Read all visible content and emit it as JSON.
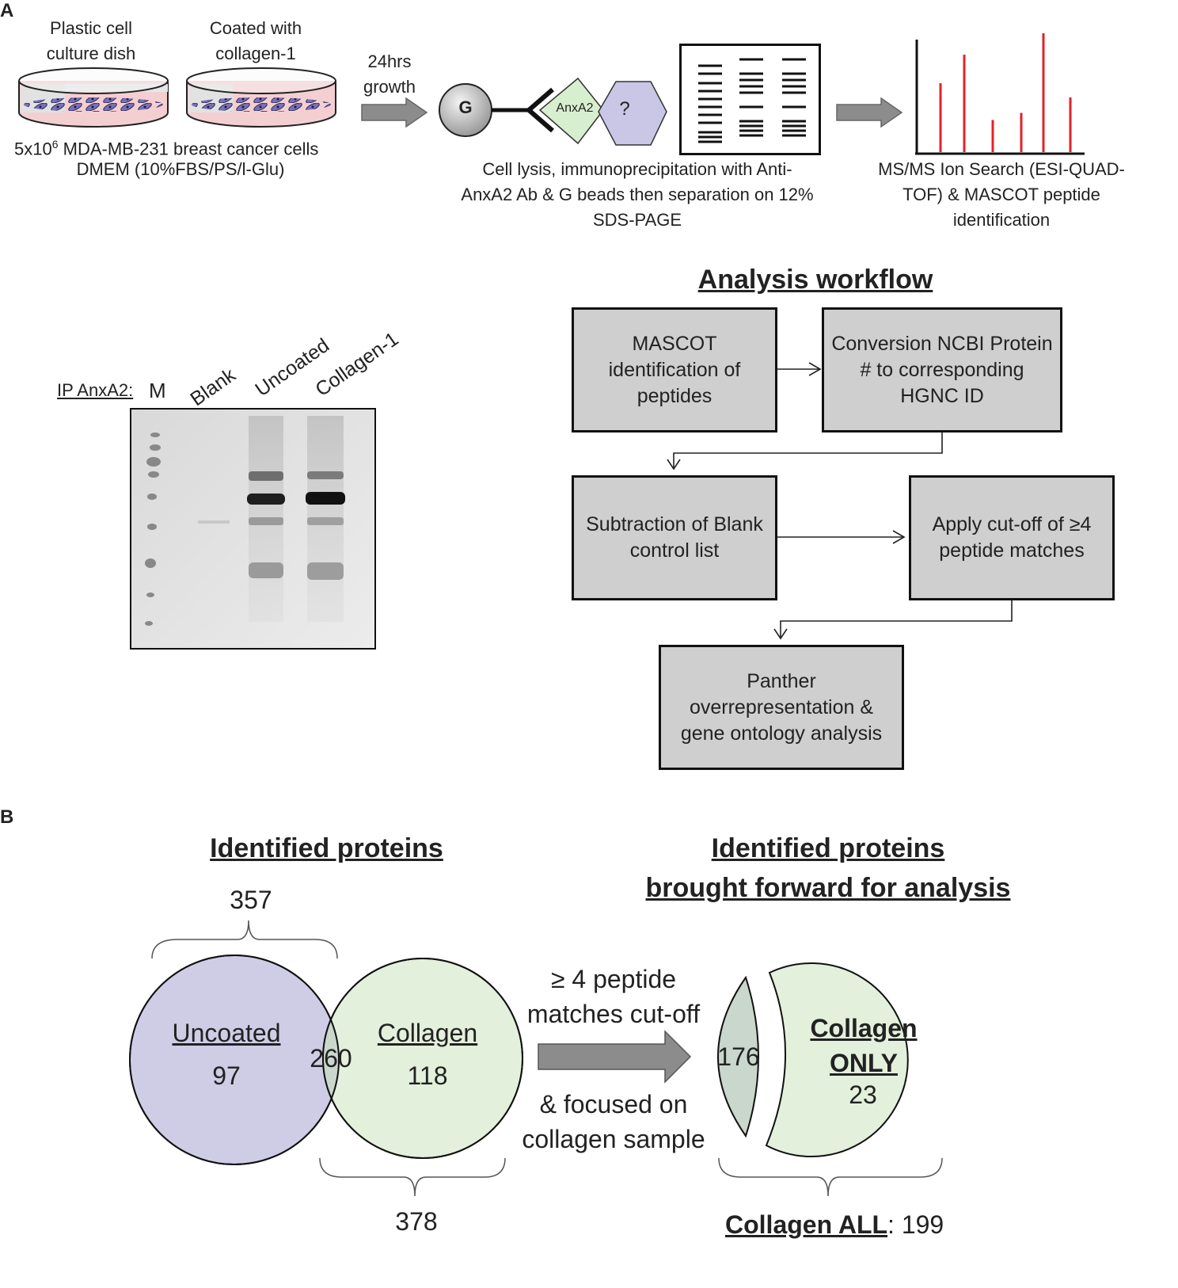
{
  "panel_a_label": "A",
  "panel_b_label": "B",
  "step1": {
    "dish1": [
      "Plastic cell",
      "culture dish"
    ],
    "dish2": [
      "Coated with",
      "collagen-1"
    ],
    "cells_prefix": "5x10",
    "cells_exp": "6",
    "cells_suffix": " MDA-MB-231 breast cancer cells",
    "media": "DMEM (10%FBS/PS/l-Glu)"
  },
  "growth": [
    "24hrs",
    "growth"
  ],
  "ip": {
    "bead": "G",
    "antigen": "AnxA2",
    "unknown": "?",
    "caption": [
      "Cell lysis, immunoprecipitation with Anti-",
      "AnxA2 Ab & G beads then separation on 12%",
      "SDS-PAGE"
    ]
  },
  "ms": {
    "caption": [
      "MS/MS Ion Search (ESI-QUAD-",
      "TOF) & MASCOT peptide",
      "identification"
    ],
    "peaks": [
      0.58,
      0.82,
      0.27,
      0.33,
      1.0,
      0.46
    ]
  },
  "gel": {
    "label": "IP AnxA2:",
    "marker": "M",
    "lanes": [
      "Blank",
      "Uncoated",
      "Collagen-1"
    ]
  },
  "workflow": {
    "title": "Analysis workflow",
    "mascot": "MASCOT identification of peptides",
    "conversion": "Conversion NCBI Protein # to corresponding HGNC ID",
    "subtraction": "Subtraction of Blank control list",
    "cutoff": "Apply cut-off of ≥4 peptide matches",
    "panther": "Panther overrepresentation & gene ontology analysis"
  },
  "venn": {
    "title_left": "Identified proteins",
    "title_right": [
      "Identified proteins",
      "brought forward for analysis"
    ],
    "uncoated_label": "Uncoated",
    "uncoated_value": "97",
    "overlap_value": "260",
    "collagen_label": "Collagen",
    "collagen_value": "118",
    "uncoated_total": "357",
    "collagen_total": "378",
    "arrow_top": [
      "≥ 4 peptide",
      "matches cut-off"
    ],
    "arrow_bottom": [
      "& focused on",
      "collagen sample"
    ],
    "filtered_overlap": "176",
    "collagen_only_label": [
      "Collagen ",
      "ONLY"
    ],
    "collagen_only_value": "23",
    "collagen_all_label": "Collagen ALL",
    "collagen_all_value": ": 199"
  },
  "colors": {
    "uncoated": "#cfcde6",
    "collagen": "#e3f0dc",
    "overlap": "#c9d7cd",
    "box": "#cfcfcf",
    "peak": "#e3212b",
    "antigen": "#d8efcf",
    "unknown": "#c9c6e6"
  }
}
